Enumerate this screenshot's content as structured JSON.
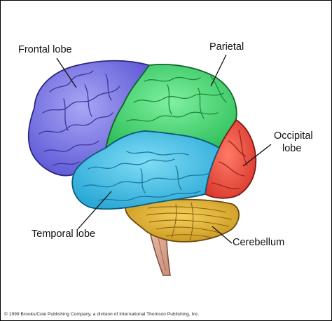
{
  "labels": {
    "frontal": "Frontal lobe",
    "parietal": "Parietal",
    "occipital_line1": "Occipital",
    "occipital_line2": "lobe",
    "temporal": "Temporal lobe",
    "cerebellum": "Cerebellum"
  },
  "copyright": "© 1999 Brooks/Cole Publishing Company, a division of International Thomson Publishing, Inc.",
  "colors": {
    "frontal": "#8a86e8",
    "parietal": "#5de07e",
    "occipital": "#ee5f4f",
    "temporal": "#58c7e8",
    "cerebellum": "#e3b53a",
    "brainstem": "#e7b9a3"
  }
}
